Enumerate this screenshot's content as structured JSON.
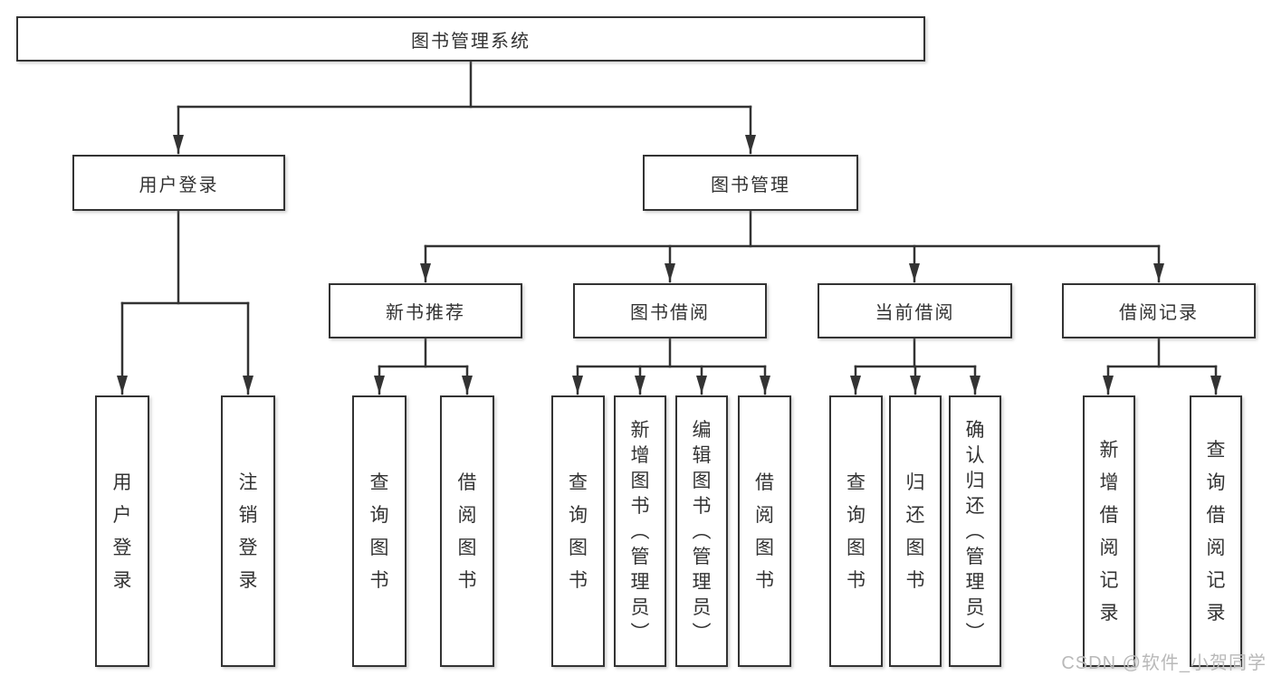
{
  "tree": {
    "root": {
      "label": "图书管理系统",
      "children": [
        {
          "label": "用户登录",
          "children": [
            {
              "label": "用户登录"
            },
            {
              "label": "注销登录"
            }
          ]
        },
        {
          "label": "图书管理",
          "children": [
            {
              "label": "新书推荐",
              "children": [
                {
                  "label": "查询图书"
                },
                {
                  "label": "借阅图书"
                }
              ]
            },
            {
              "label": "图书借阅",
              "children": [
                {
                  "label": "查询图书"
                },
                {
                  "label": "新增图书（管理员）"
                },
                {
                  "label": "编辑图书（管理员）"
                },
                {
                  "label": "借阅图书"
                }
              ]
            },
            {
              "label": "当前借阅",
              "children": [
                {
                  "label": "查询图书"
                },
                {
                  "label": "归还图书"
                },
                {
                  "label": "确认归还（管理员）"
                }
              ]
            },
            {
              "label": "借阅记录",
              "children": [
                {
                  "label": "新增借阅记录"
                },
                {
                  "label": "查询借阅记录"
                }
              ]
            }
          ]
        }
      ]
    }
  },
  "watermark": "CSDN @软件_小贺同学",
  "colors": {
    "line": "#333333",
    "text": "#333333",
    "background": "#ffffff",
    "watermark": "#b9b9b9"
  }
}
